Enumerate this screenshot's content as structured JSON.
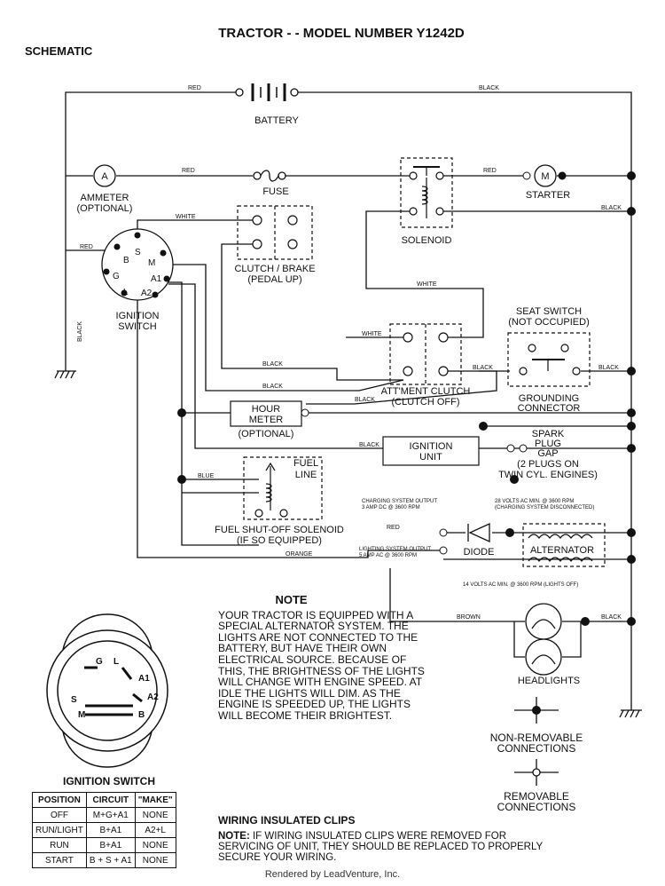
{
  "header": {
    "title": "TRACTOR - - MODEL NUMBER Y1242D",
    "subtitle": "SCHEMATIC"
  },
  "components": {
    "battery": "BATTERY",
    "ammeter": [
      "AMMETER",
      "(OPTIONAL)"
    ],
    "ammeter_symbol": "A",
    "fuse": "FUSE",
    "solenoid": "SOLENOID",
    "starter": "STARTER",
    "starter_symbol": "M",
    "clutch_brake": [
      "CLUTCH / BRAKE",
      "(PEDAL UP)"
    ],
    "ignition_switch": [
      "IGNITION",
      "SWITCH"
    ],
    "ignition_terminals": [
      "B",
      "S",
      "M",
      "G",
      "A1",
      "L",
      "A2"
    ],
    "seat_switch": [
      "SEAT SWITCH",
      "(NOT OCCUPIED)"
    ],
    "grounding_connector": [
      "GROUNDING",
      "CONNECTOR"
    ],
    "attachment_clutch": [
      "ATT'MENT CLUTCH",
      "(CLUTCH OFF)"
    ],
    "hour_meter": [
      "HOUR",
      "METER"
    ],
    "hour_meter_optional": "(OPTIONAL)",
    "ignition_unit": [
      "IGNITION",
      "UNIT"
    ],
    "spark_plug": [
      "SPARK",
      "PLUG",
      "GAP"
    ],
    "spark_plug_note": [
      "(2 PLUGS ON",
      "TWIN CYL. ENGINES)"
    ],
    "fuel_line": [
      "FUEL",
      "LINE"
    ],
    "fuel_solenoid": [
      "FUEL SHUT-OFF SOLENOID",
      "(IF SO EQUIPPED)"
    ],
    "diode": "DIODE",
    "alternator": "ALTERNATOR",
    "headlights": "HEADLIGHTS"
  },
  "wire_labels": {
    "red": "RED",
    "black": "BLACK",
    "white": "WHITE",
    "blue": "BLUE",
    "orange": "ORANGE",
    "brown": "BROWN"
  },
  "captions": {
    "charging_output": [
      "CHARGING SYSTEM OUTPUT",
      "3 AMP DC @ 3600 RPM"
    ],
    "alt_28v": [
      "28 VOLTS AC MIN. @ 3600 RPM",
      "(CHARGING SYSTEM DISCONNECTED)"
    ],
    "lighting_output": [
      "LIGHTING SYSTEM OUTPUT",
      "5 AMP AC @ 3600 RPM"
    ],
    "alt_14v": "14 VOLTS AC MIN. @ 3600 RPM (LIGHTS OFF)"
  },
  "note": {
    "title": "NOTE",
    "body": "YOUR TRACTOR IS EQUIPPED WITH A SPECIAL ALTERNATOR SYSTEM. THE LIGHTS ARE NOT CONNECTED TO THE BATTERY, BUT HAVE THEIR OWN ELECTRICAL SOURCE. BECAUSE OF THIS, THE BRIGHTNESS OF THE LIGHTS WILL CHANGE WITH ENGINE SPEED. AT IDLE THE LIGHTS WILL DIM. AS THE ENGINE IS SPEEDED UP, THE LIGHTS WILL BECOME THEIR BRIGHTEST."
  },
  "legend": {
    "non_removable": [
      "NON-REMOVABLE",
      "CONNECTIONS"
    ],
    "removable": [
      "REMOVABLE",
      "CONNECTIONS"
    ]
  },
  "ignition_diagram": {
    "labels": [
      "G",
      "L",
      "A1",
      "A2",
      "S",
      "M",
      "B"
    ]
  },
  "ignition_table": {
    "title": "IGNITION SWITCH",
    "headers": [
      "POSITION",
      "CIRCUIT",
      "\"MAKE\""
    ],
    "rows": [
      [
        "OFF",
        "M+G+A1",
        "NONE"
      ],
      [
        "RUN/LIGHT",
        "B+A1",
        "A2+L"
      ],
      [
        "RUN",
        "B+A1",
        "NONE"
      ],
      [
        "START",
        "B + S + A1",
        "NONE"
      ]
    ]
  },
  "clips": {
    "title": "WIRING INSULATED CLIPS",
    "note_label": "NOTE:",
    "note_text": "IF WIRING INSULATED CLIPS WERE REMOVED FOR SERVICING OF UNIT, THEY SHOULD BE REPLACED TO PROPERLY SECURE YOUR WIRING."
  },
  "footer": "Rendered by LeadVenture, Inc."
}
